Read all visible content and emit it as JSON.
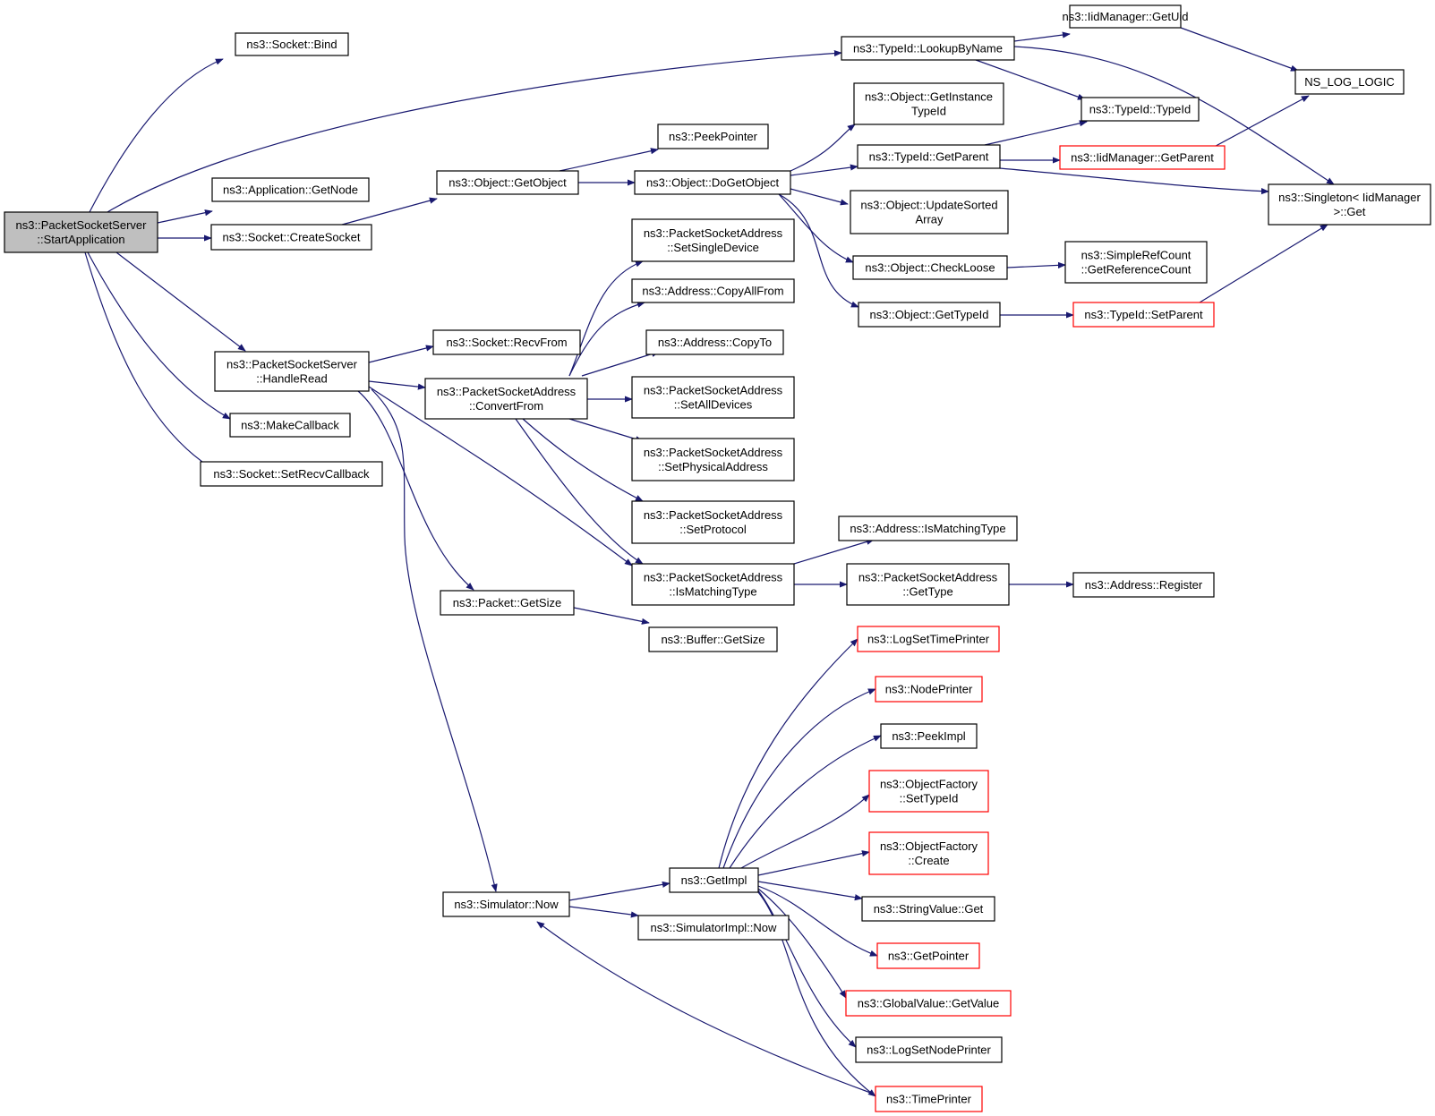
{
  "colors": {
    "edge": "#191970",
    "node_border": "#000000",
    "external_border": "#ff0000",
    "root_fill": "#bfbfbf",
    "background": "#ffffff"
  },
  "nodes": {
    "root": [
      "ns3::PacketSocketServer",
      "::StartApplication"
    ],
    "socket_bind": [
      "ns3::Socket::Bind"
    ],
    "typeid_lookup": [
      "ns3::TypeId::LookupByName"
    ],
    "iid_getuid": [
      "ns3::IidManager::GetUid"
    ],
    "ns_log_logic": [
      "NS_LOG_LOGIC"
    ],
    "obj_getinstancetypeid": [
      "ns3::Object::GetInstance",
      "TypeId"
    ],
    "typeid_typeid": [
      "ns3::TypeId::TypeId"
    ],
    "peekpointer": [
      "ns3::PeekPointer"
    ],
    "typeid_getparent": [
      "ns3::TypeId::GetParent"
    ],
    "iid_getparent": [
      "ns3::IidManager::GetParent"
    ],
    "singleton_get": [
      "ns3::Singleton< IidManager",
      ">::Get"
    ],
    "app_getnode": [
      "ns3::Application::GetNode"
    ],
    "obj_getobject": [
      "ns3::Object::GetObject"
    ],
    "obj_dogetobject": [
      "ns3::Object::DoGetObject"
    ],
    "obj_updatesorted": [
      "ns3::Object::UpdateSorted",
      "Array"
    ],
    "socket_create": [
      "ns3::Socket::CreateSocket"
    ],
    "psa_setsingle": [
      "ns3::PacketSocketAddress",
      "::SetSingleDevice"
    ],
    "obj_checkloose": [
      "ns3::Object::CheckLoose"
    ],
    "simplerefcount": [
      "ns3::SimpleRefCount",
      "::GetReferenceCount"
    ],
    "addr_copyallfrom": [
      "ns3::Address::CopyAllFrom"
    ],
    "obj_gettypeid": [
      "ns3::Object::GetTypeId"
    ],
    "typeid_setparent": [
      "ns3::TypeId::SetParent"
    ],
    "socket_recvfrom": [
      "ns3::Socket::RecvFrom"
    ],
    "addr_copyto": [
      "ns3::Address::CopyTo"
    ],
    "pss_handleread": [
      "ns3::PacketSocketServer",
      "::HandleRead"
    ],
    "psa_convertfrom": [
      "ns3::PacketSocketAddress",
      "::ConvertFrom"
    ],
    "psa_setall": [
      "ns3::PacketSocketAddress",
      "::SetAllDevices"
    ],
    "makecallback": [
      "ns3::MakeCallback"
    ],
    "psa_setphysical": [
      "ns3::PacketSocketAddress",
      "::SetPhysicalAddress"
    ],
    "socket_setrecv": [
      "ns3::Socket::SetRecvCallback"
    ],
    "psa_setprotocol": [
      "ns3::PacketSocketAddress",
      "::SetProtocol"
    ],
    "addr_ismatching": [
      "ns3::Address::IsMatchingType"
    ],
    "psa_ismatching": [
      "ns3::PacketSocketAddress",
      "::IsMatchingType"
    ],
    "psa_gettype": [
      "ns3::PacketSocketAddress",
      "::GetType"
    ],
    "addr_register": [
      "ns3::Address::Register"
    ],
    "packet_getsize": [
      "ns3::Packet::GetSize"
    ],
    "buffer_getsize": [
      "ns3::Buffer::GetSize"
    ],
    "logsettimeprinter": [
      "ns3::LogSetTimePrinter"
    ],
    "nodeprinter": [
      "ns3::NodePrinter"
    ],
    "peekimpl": [
      "ns3::PeekImpl"
    ],
    "objfactory_settypeid": [
      "ns3::ObjectFactory",
      "::SetTypeId"
    ],
    "objfactory_create": [
      "ns3::ObjectFactory",
      "::Create"
    ],
    "getimpl": [
      "ns3::GetImpl"
    ],
    "simulator_now": [
      "ns3::Simulator::Now"
    ],
    "stringvalue_get": [
      "ns3::StringValue::Get"
    ],
    "simimpl_now": [
      "ns3::SimulatorImpl::Now"
    ],
    "getpointer": [
      "ns3::GetPointer"
    ],
    "globalvalue_getvalue": [
      "ns3::GlobalValue::GetValue"
    ],
    "logsetnodeprinter": [
      "ns3::LogSetNodePrinter"
    ],
    "timeprinter": [
      "ns3::TimePrinter"
    ]
  }
}
